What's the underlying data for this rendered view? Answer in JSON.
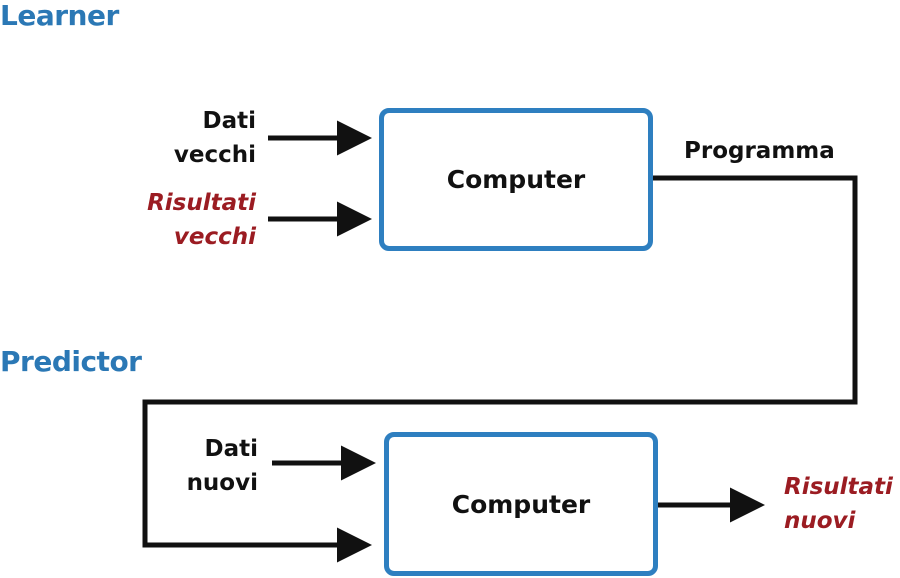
{
  "learner": {
    "title": "Learner",
    "input_data": [
      "Dati",
      "vecchi"
    ],
    "input_results": [
      "Risultati",
      "vecchi"
    ],
    "box_label": "Computer",
    "output_label": "Programma"
  },
  "predictor": {
    "title": "Predictor",
    "input_data": [
      "Dati",
      "nuovi"
    ],
    "box_label": "Computer",
    "output_results": [
      "Risultati",
      "nuovi"
    ]
  },
  "colors": {
    "title": "#2b78b5",
    "box_border": "#2e7fc0",
    "results_text": "#9b1c22",
    "wire": "#111111"
  }
}
